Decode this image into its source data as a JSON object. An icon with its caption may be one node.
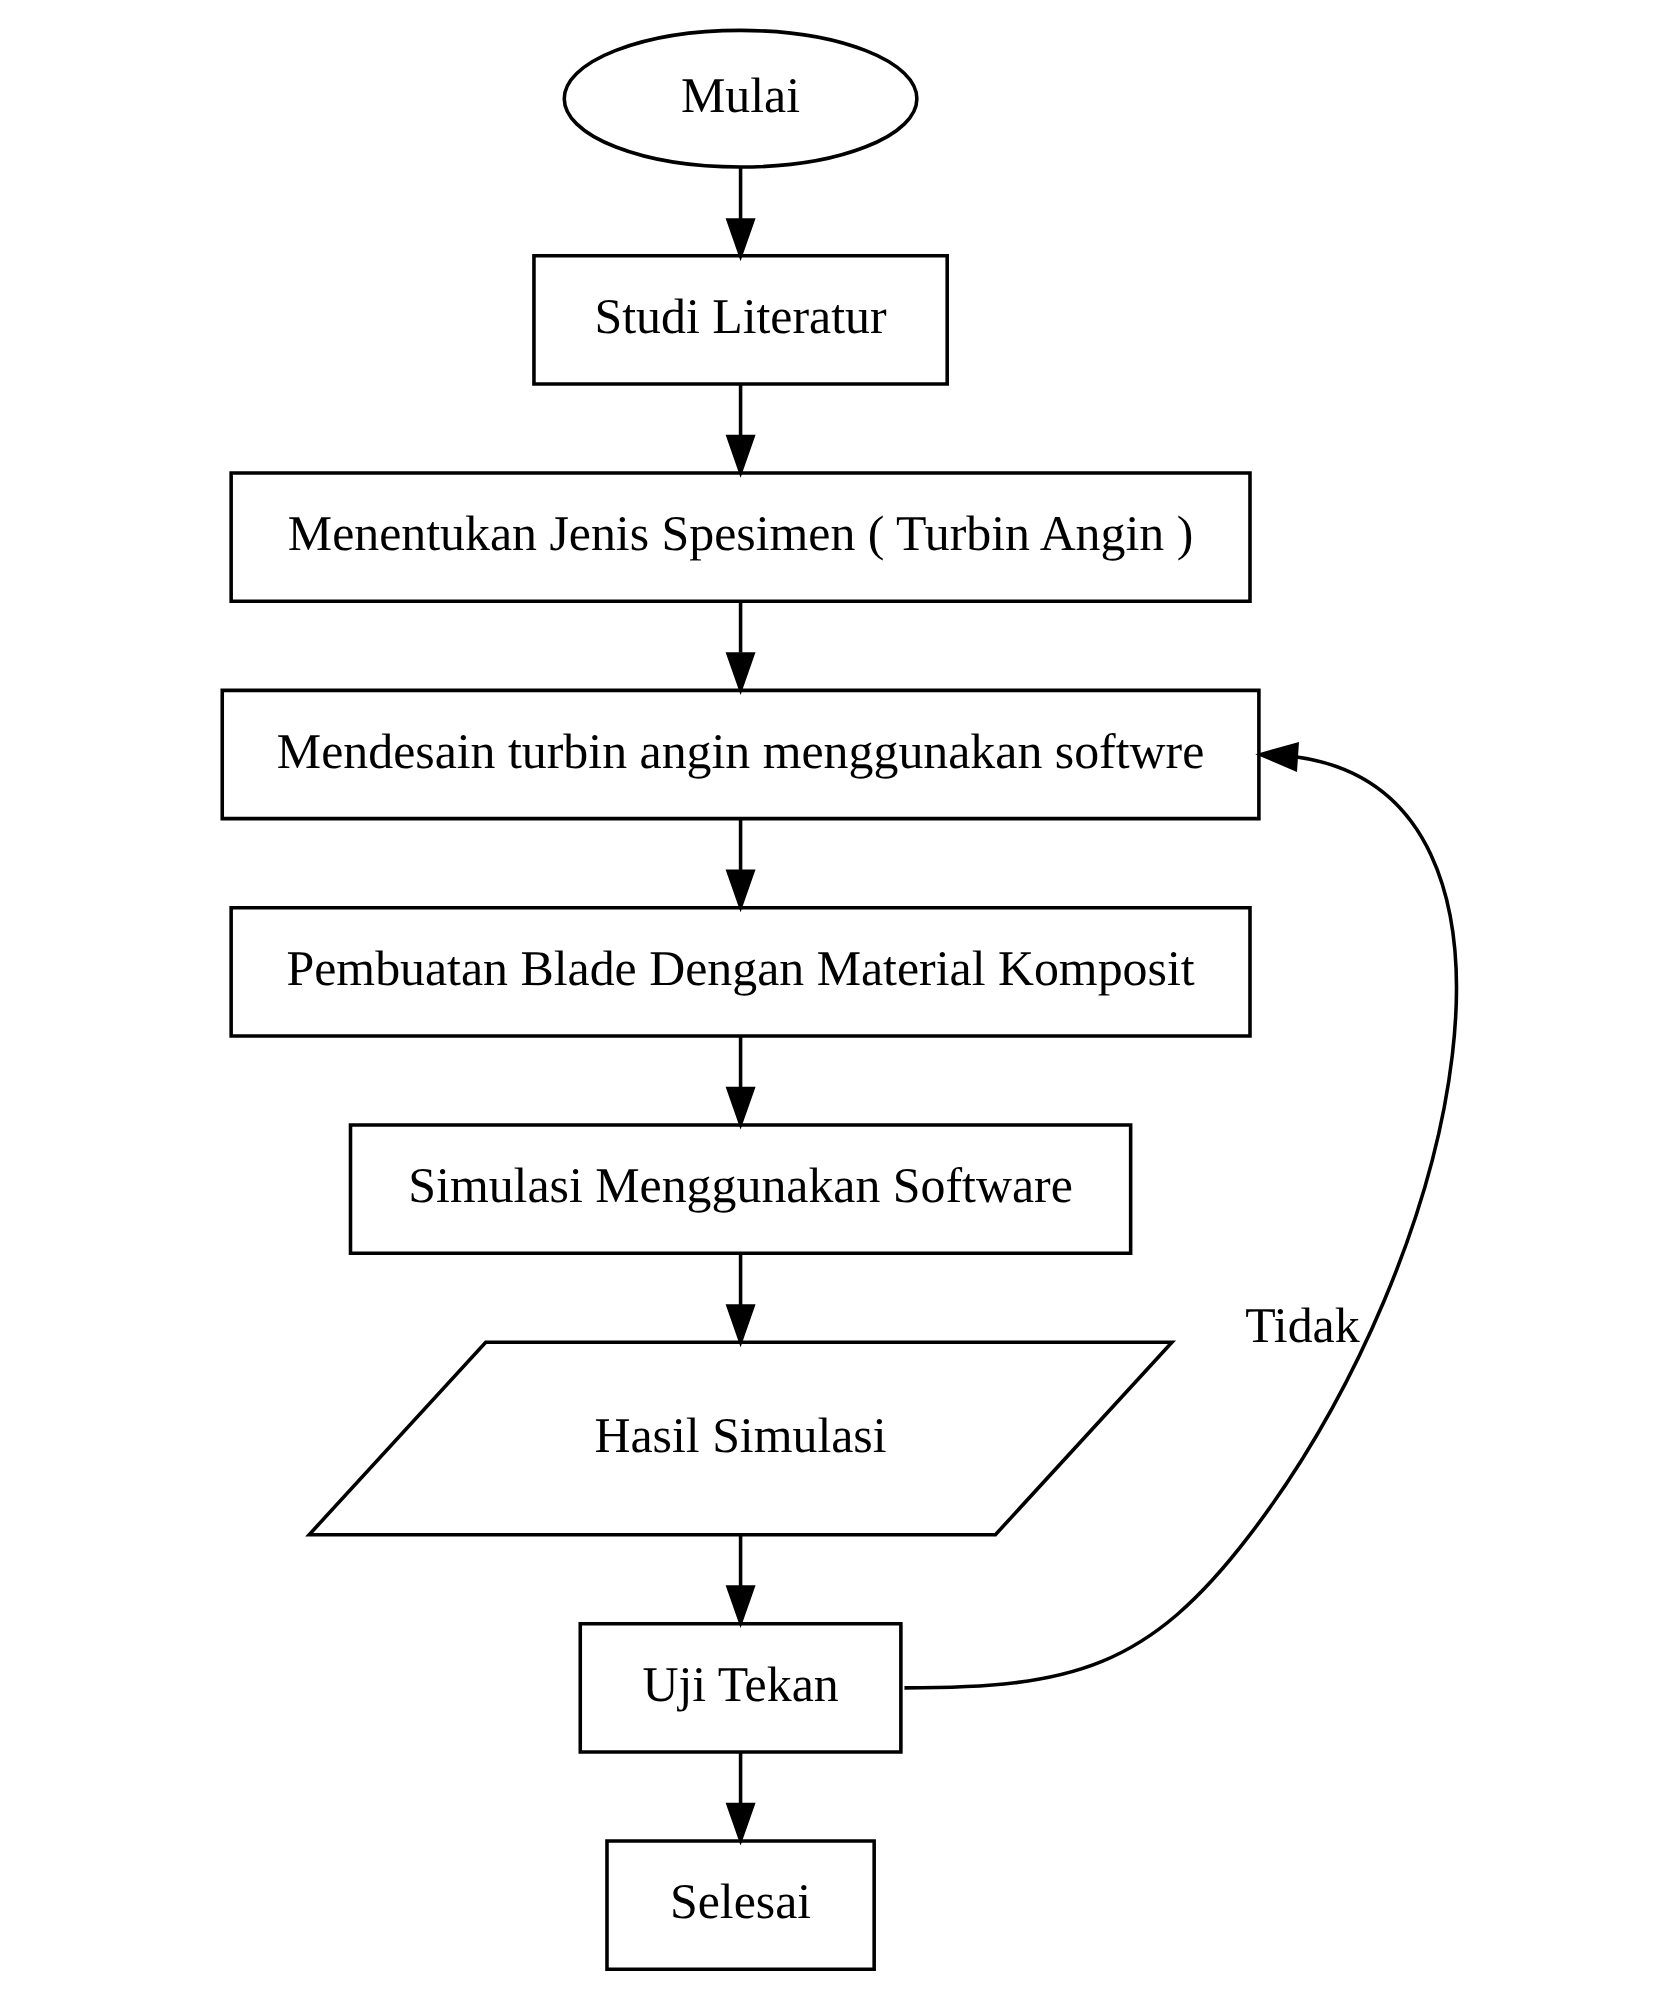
{
  "diagram": {
    "nodes": [
      {
        "text": [
          "Mulai"
        ]
      },
      {
        "text": [
          "Studi Literatur"
        ]
      },
      {
        "text": [
          "Menentukan Jenis Spesimen ( Turbin Angin )"
        ]
      },
      {
        "text": [
          "Mendesain turbin angin menggunakan softwre"
        ]
      },
      {
        "text": [
          "Pembuatan Blade Dengan Material Komposit"
        ]
      },
      {
        "text": [
          "Simulasi Menggunakan Software"
        ]
      },
      {
        "text": [
          "Hasil Simulasi"
        ]
      },
      {
        "text": [
          "Uji Tekan"
        ]
      },
      {
        "text": [
          "Selesai"
        ]
      }
    ],
    "edges": [
      {
        "from": 0,
        "to": 1,
        "arrow": "to"
      },
      {
        "from": 1,
        "to": 2,
        "arrow": "to"
      },
      {
        "from": 2,
        "to": 3,
        "arrow": "to"
      },
      {
        "from": 3,
        "to": 4,
        "arrow": "to"
      },
      {
        "from": 4,
        "to": 5,
        "arrow": "to"
      },
      {
        "from": 5,
        "to": 6,
        "arrow": "to"
      },
      {
        "from": 6,
        "to": 7,
        "arrow": "to"
      },
      {
        "from": 7,
        "to": 8,
        "arrow": "to"
      },
      {
        "from": 7,
        "to": 3,
        "arrow": "to",
        "label": "Tidak"
      }
    ]
  }
}
